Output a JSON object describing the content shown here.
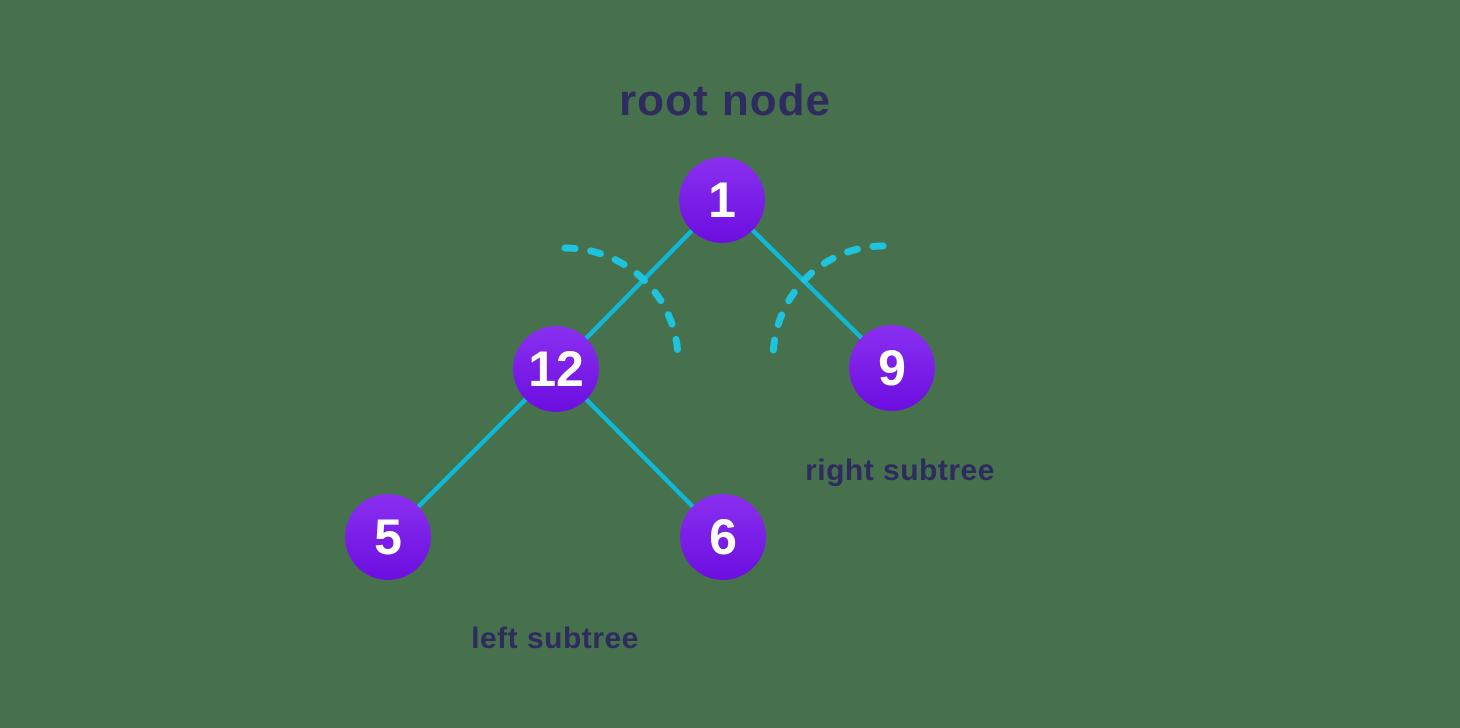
{
  "diagram": {
    "title": "root node",
    "labels": {
      "left_subtree": "left subtree",
      "right_subtree": "right subtree"
    },
    "nodes": {
      "root": "1",
      "left_child": "12",
      "right_child": "9",
      "left_left_child": "5",
      "left_right_child": "6"
    },
    "colors": {
      "background": "#47704D",
      "node_gradient_top": "#8A30F0",
      "node_gradient_bottom": "#6C0EE0",
      "edge": "#10B7D6",
      "dashed_arc": "#1EC3DE",
      "label_text": "#2E2B5F",
      "node_text": "#FFFFFF"
    }
  }
}
